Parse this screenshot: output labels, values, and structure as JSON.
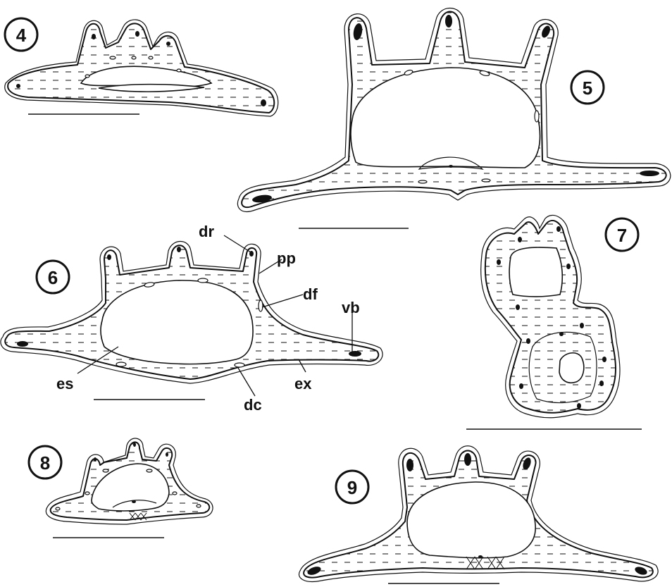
{
  "figures": [
    {
      "number": "4"
    },
    {
      "number": "5"
    },
    {
      "number": "6"
    },
    {
      "number": "7"
    },
    {
      "number": "8"
    },
    {
      "number": "9"
    }
  ],
  "labels": {
    "dr": "dr",
    "pp": "pp",
    "df": "df",
    "vb": "vb",
    "es": "es",
    "dc": "dc",
    "ex": "ex"
  }
}
